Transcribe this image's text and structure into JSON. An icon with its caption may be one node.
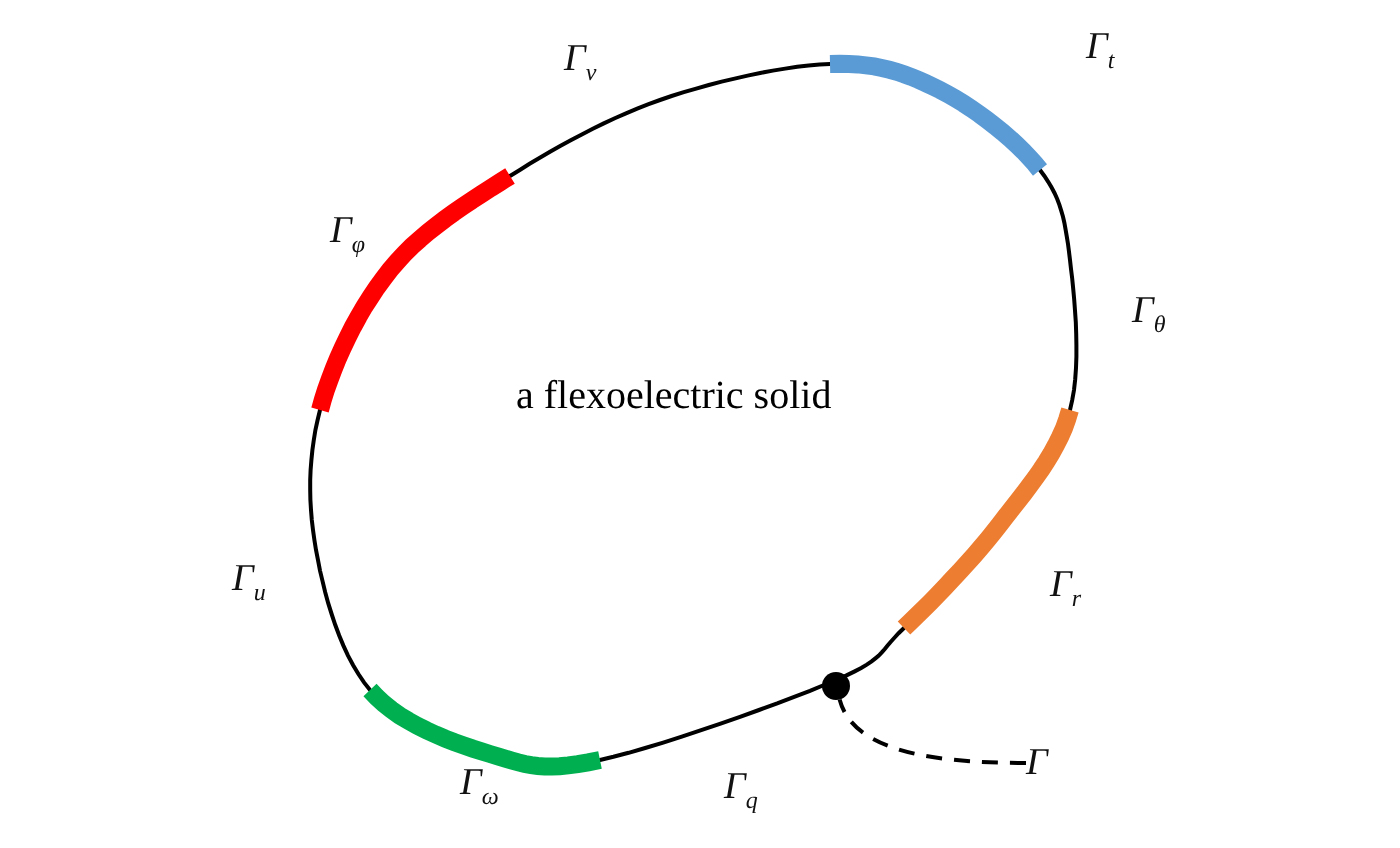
{
  "diagram": {
    "nodes": [
      {
        "text": [
          "a flexoelectric solid"
        ]
      },
      {
        "text": [],
        "shape": "circle"
      },
      {
        "text": [
          "Γ"
        ]
      }
    ],
    "edges": [
      {
        "from": 2,
        "to": 1,
        "arrow": "none",
        "style": "dashed"
      }
    ],
    "labels": [
      "Γ$_{t}$",
      "Γ$_{v}$",
      "Γ$_{φ}$",
      "Γ$_{θ}$",
      "Γ$_{u}$",
      "Γ$_{r}$",
      "Γ$_{ω}$",
      "Γ$_{q}$"
    ]
  }
}
